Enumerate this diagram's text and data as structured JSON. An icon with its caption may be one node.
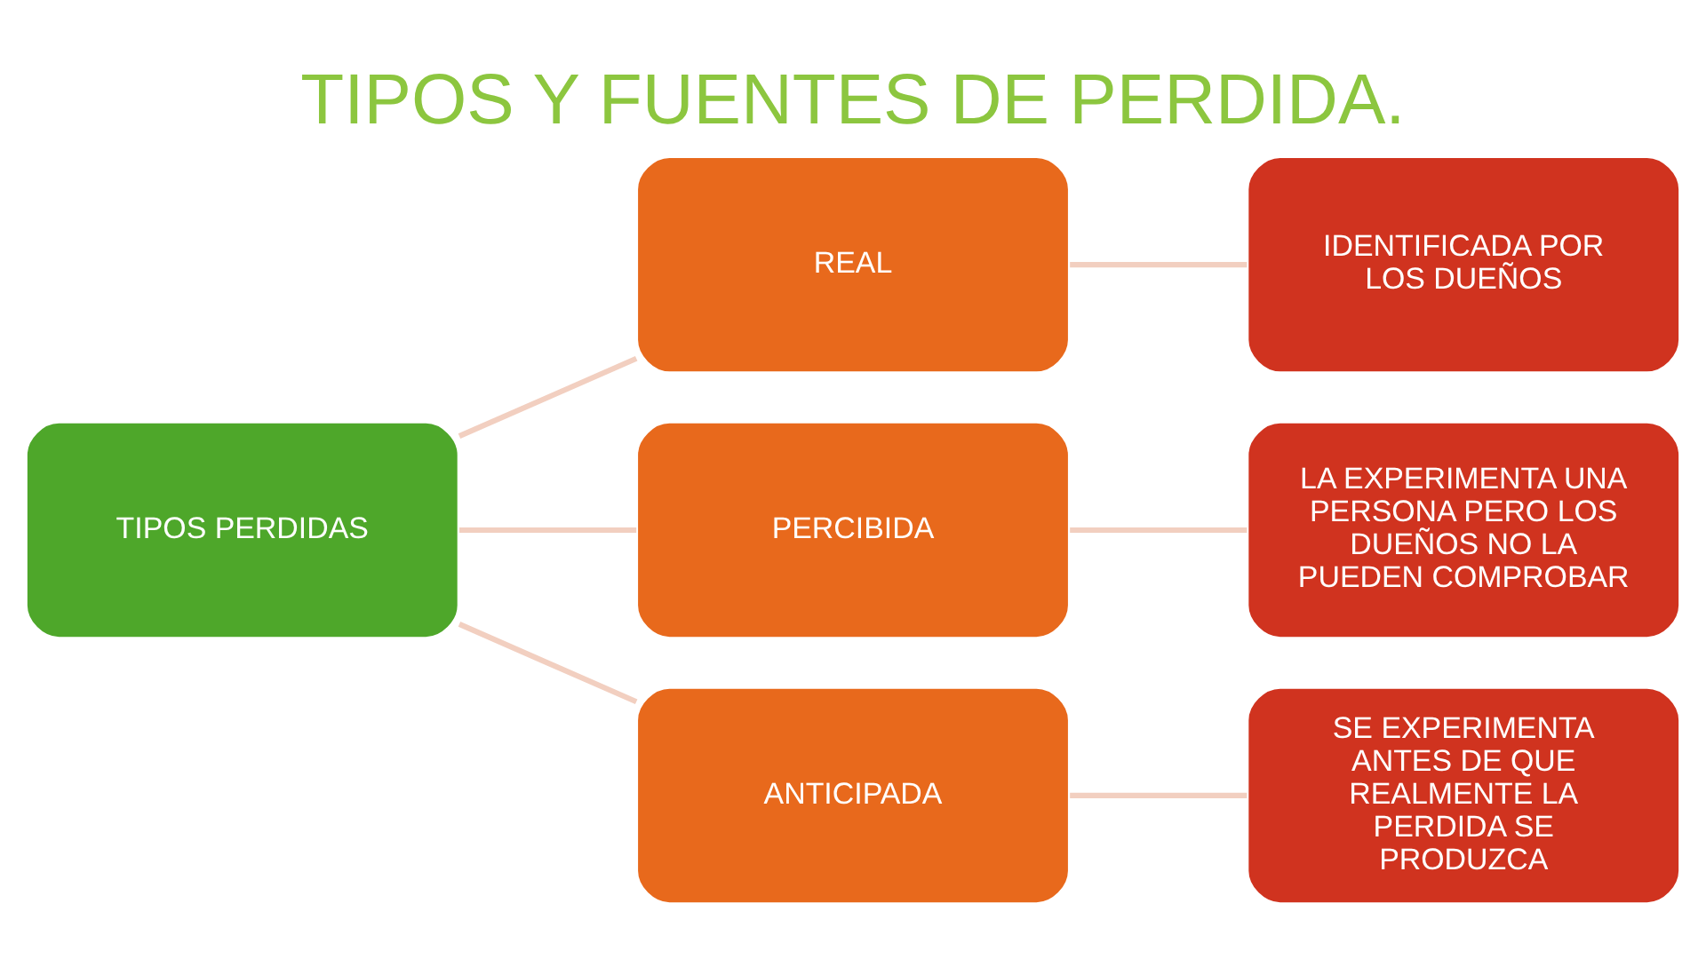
{
  "diagram": {
    "title": "TIPOS Y FUENTES DE PERDIDA.",
    "nodes": [
      {
        "text": [
          "TIPOS PERDIDAS"
        ]
      },
      {
        "text": [
          "REAL"
        ]
      },
      {
        "text": [
          "PERCIBIDA"
        ]
      },
      {
        "text": [
          "ANTICIPADA"
        ]
      },
      {
        "text": [
          "IDENTIFICADA POR LOS DUEÑOS"
        ]
      },
      {
        "text": [
          "LA EXPERIMENTA UNA PERSONA PERO LOS DUEÑOS NO LA PUEDEN COMPROBAR"
        ]
      },
      {
        "text": [
          "SE EXPERIMENTA ANTES DE QUE REALMENTE LA PERDIDA SE PRODUZCA"
        ]
      }
    ],
    "edges": [
      {
        "from": 0,
        "to": 1,
        "arrow": "none"
      },
      {
        "from": 0,
        "to": 2,
        "arrow": "none"
      },
      {
        "from": 0,
        "to": 3,
        "arrow": "none"
      },
      {
        "from": 1,
        "to": 4,
        "arrow": "none"
      },
      {
        "from": 2,
        "to": 5,
        "arrow": "none"
      },
      {
        "from": 3,
        "to": 6,
        "arrow": "none"
      }
    ]
  }
}
